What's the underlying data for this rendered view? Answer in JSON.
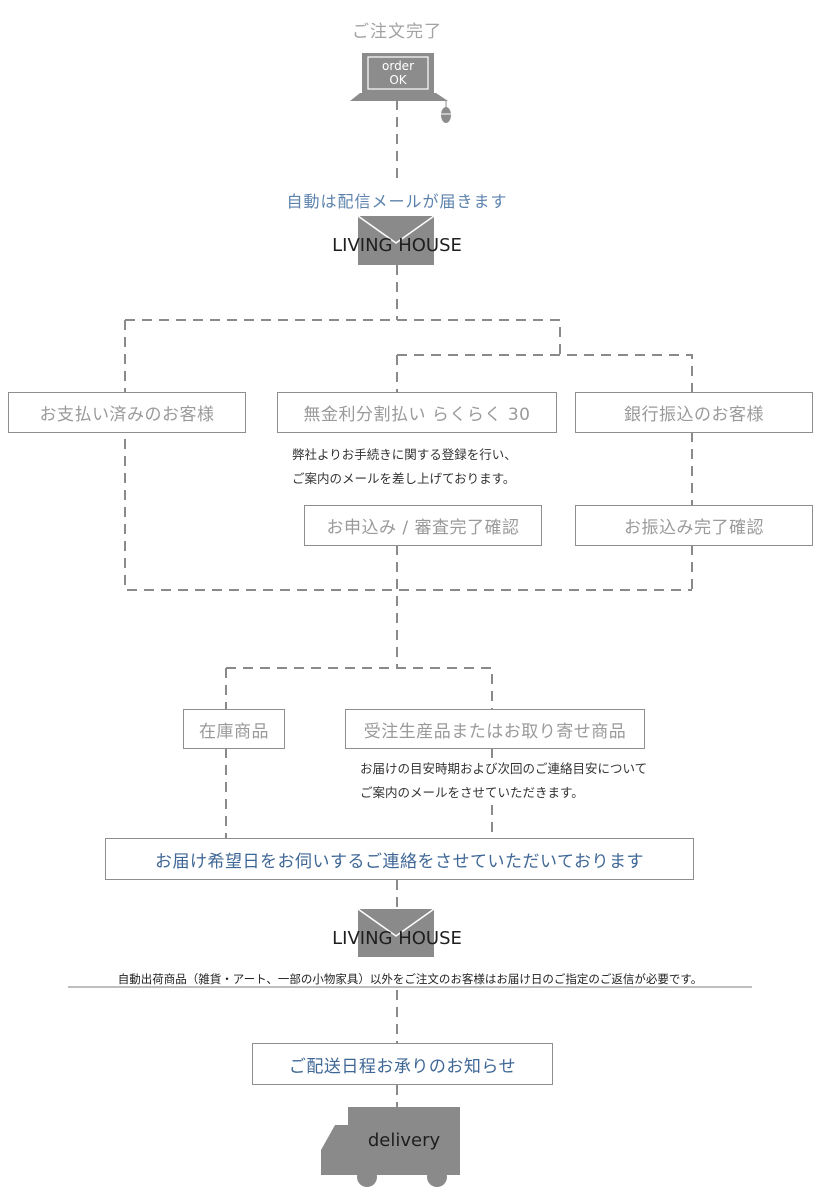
{
  "order_complete": "ご注文完了",
  "laptop_screen": [
    "order",
    "OK"
  ],
  "auto_mail": "自動は配信メールが届きます",
  "brand": "LIVING HOUSE",
  "payment_paid": "お支払い済みのお客様",
  "payment_installment": "無金利分割払い らくらく 30",
  "payment_bank": "銀行振込のお客様",
  "installment_note": [
    "弊社よりお手続きに関する登録を行い、",
    "ご案内のメールを差し上げております。"
  ],
  "application_confirm": "お申込み / 審査完了確認",
  "transfer_confirm": "お振込み完了確認",
  "in_stock": "在庫商品",
  "made_to_order": "受注生産品またはお取り寄せ商品",
  "mto_note": [
    "お届けの目安時期および次回のご連絡目安について",
    "ご案内のメールをさせていただきます。"
  ],
  "delivery_date_contact": "お届け希望日をお伺いするご連絡をさせていただいております",
  "brand_2": "LIVING HOUSE",
  "reply_note": "自動出荷商品（雑貨・アート、一部の小物家具）以外をご注文のお客様はお届け日のご指定のご返信が必要です。",
  "delivery_schedule": "ご配送日程お承りのお知らせ",
  "truck_label": "delivery",
  "colors": {
    "line": "#8a8a8a",
    "box_border": "#8e8e8e",
    "icon_gray": "#8c8c8c",
    "accent_blue": "#3f6796"
  }
}
